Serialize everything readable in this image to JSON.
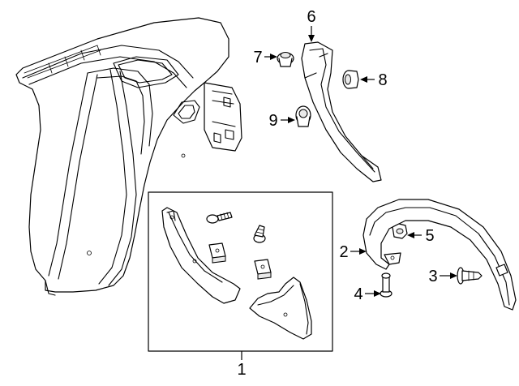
{
  "diagram": {
    "callouts": [
      {
        "id": "callout-1",
        "text": "1"
      },
      {
        "id": "callout-2",
        "text": "2"
      },
      {
        "id": "callout-3",
        "text": "3"
      },
      {
        "id": "callout-4",
        "text": "4"
      },
      {
        "id": "callout-5",
        "text": "5"
      },
      {
        "id": "callout-6",
        "text": "6"
      },
      {
        "id": "callout-7",
        "text": "7"
      },
      {
        "id": "callout-8",
        "text": "8"
      },
      {
        "id": "callout-9",
        "text": "9"
      }
    ]
  }
}
